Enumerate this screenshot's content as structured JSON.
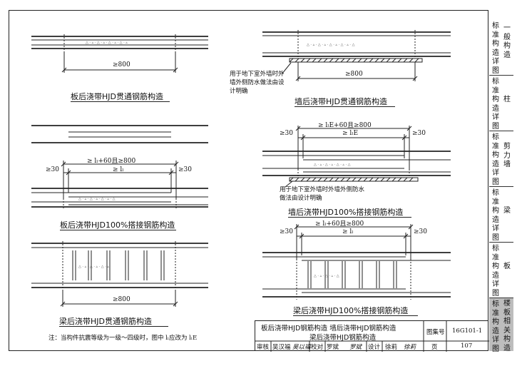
{
  "side_tabs": [
    {
      "left": "标准构造详图",
      "right": "一般构造"
    },
    {
      "left": "标准构造详图",
      "right": "柱"
    },
    {
      "left": "标准构造详图",
      "right": "剪力墙"
    },
    {
      "left": "标准构造详图",
      "right": "梁"
    },
    {
      "left": "标准构造详图",
      "right": "板"
    },
    {
      "left": "标准构造详图",
      "right": "楼板相关构造",
      "active": true
    }
  ],
  "figures": {
    "slab_through": {
      "caption": "板后浇带HJD贯通钢筋构造",
      "dim": "≥800"
    },
    "wall_through": {
      "caption": "墙后浇带HJD贯通钢筋构造",
      "dim": "≥800",
      "note": "用于地下室外墙时外墙外侧防水做法由设计明确"
    },
    "slab_lap": {
      "caption": "板后浇带HJD100%搭接钢筋构造",
      "dim_top": "≥ lₗ+60且≥800",
      "dim_left": "≥30",
      "dim_mid": "≥ lₗ",
      "dim_right": "≥30"
    },
    "wall_lap": {
      "caption": "墙后浇带HJD100%搭接钢筋构造",
      "dim_top": "≥ lₗE+60且≥800",
      "dim_left": "≥30",
      "dim_mid": "≥ lₗE",
      "dim_right": "≥30",
      "note": "用于地下室外墙时外墙外侧防水做法由设计明确"
    },
    "beam_through": {
      "caption": "梁后浇带HJD贯通钢筋构造",
      "dim": "≥800"
    },
    "beam_lap": {
      "caption": "梁后浇带HJD100%搭接钢筋构造",
      "dim_top": "≥ lₗ+60且≥800",
      "dim_left": "≥30",
      "dim_mid": "≥ lₗ",
      "dim_right": "≥30"
    }
  },
  "footnote": "注：当构件抗震等级为一级～四级时，图中 lₗ应改为 lₗE",
  "title_block": {
    "title_line1": "板后浇带HJD钢筋构造   墙后浇带HJD钢筋构造",
    "title_line2": "梁后浇带HJD钢筋构造",
    "atlas_label": "图集号",
    "atlas_no": "16G101-1",
    "review_label": "审核",
    "review_name": "吴汉福",
    "review_sign": "吴以福",
    "check_label": "校对",
    "check_name": "罗斌",
    "check_sign": "罗斌",
    "design_label": "设计",
    "design_name": "徐莉",
    "design_sign": "徐莉",
    "page_label": "页",
    "page_no": "107"
  }
}
